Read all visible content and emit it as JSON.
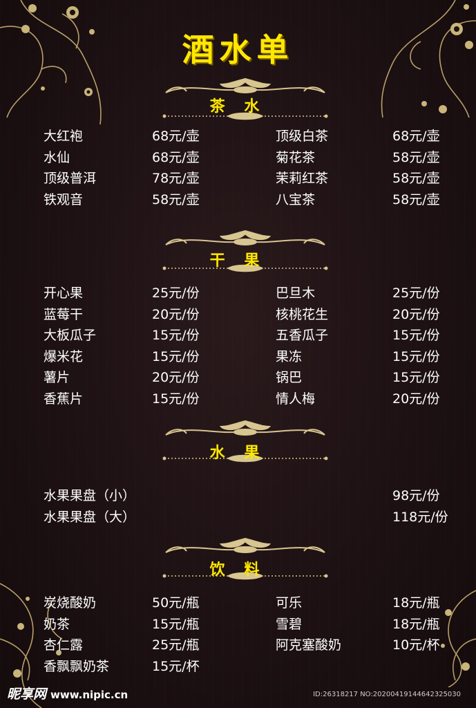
{
  "title": "酒水单",
  "sections": [
    {
      "name": "茶 水",
      "rows": [
        [
          "大红袍",
          "68元/壶",
          "顶级白茶",
          "68元/壶"
        ],
        [
          "水仙",
          "68元/壶",
          "菊花茶",
          "58元/壶"
        ],
        [
          "顶级普洱",
          "78元/壶",
          "茉莉红茶",
          "58元/壶"
        ],
        [
          "铁观音",
          "58元/壶",
          "八宝茶",
          "58元/壶"
        ]
      ]
    },
    {
      "name": "干 果",
      "rows": [
        [
          "开心果",
          "25元/份",
          "巴旦木",
          "25元/份"
        ],
        [
          "蓝莓干",
          "20元/份",
          "核桃花生",
          "20元/份"
        ],
        [
          "大板瓜子",
          "15元/份",
          "五香瓜子",
          "15元/份"
        ],
        [
          "爆米花",
          "15元/份",
          "果冻",
          "15元/份"
        ],
        [
          "薯片",
          "20元/份",
          "锅巴",
          "15元/份"
        ],
        [
          "香蕉片",
          "15元/份",
          "情人梅",
          "20元/份"
        ]
      ]
    },
    {
      "name": "水 果",
      "rows": [
        [
          "水果果盘（小）",
          "",
          "",
          "98元/份"
        ],
        [
          "水果果盘（大）",
          "",
          "",
          "118元/份"
        ]
      ]
    },
    {
      "name": "饮 料",
      "rows": [
        [
          "炭烧酸奶",
          "50元/瓶",
          "可乐",
          "18元/瓶"
        ],
        [
          "奶茶",
          "15元/瓶",
          "雪碧",
          "18元/瓶"
        ],
        [
          "杏仁露",
          "25元/瓶",
          "阿克塞酸奶",
          "10元/杯"
        ],
        [
          "香飘飘奶茶",
          "15元/杯",
          "",
          ""
        ]
      ]
    }
  ],
  "footer": {
    "logo": "昵享网",
    "url": "www.nipic.cn",
    "id": "ID:26318217 NO:20200419144642325030"
  },
  "colors": {
    "accent": "#ffe800",
    "ornament": "#c9b47a",
    "background": "#1c1012"
  }
}
